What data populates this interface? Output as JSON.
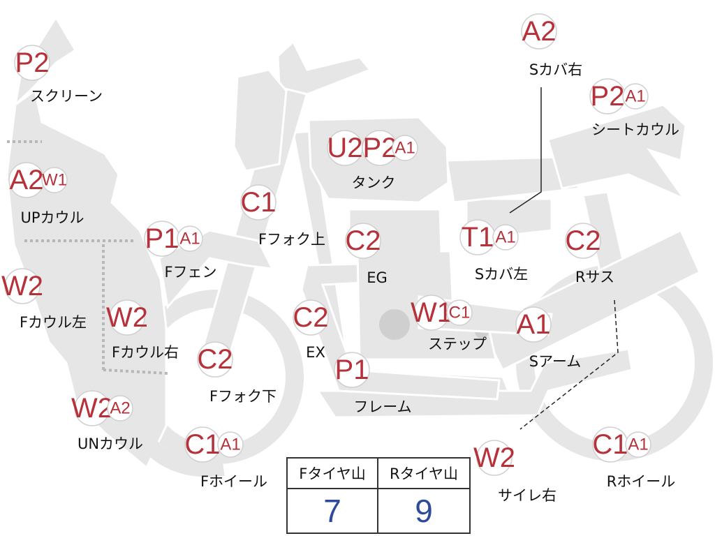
{
  "colors": {
    "part_fill": "#e6e6e6",
    "part_stroke": "#ffffff",
    "code_text": "#b5323a",
    "label_text": "#111111",
    "value_text": "#2d4a9b",
    "badge_fill": "#ffffff",
    "badge_stroke": "#cfcfcf"
  },
  "parts": [
    {
      "id": "screen",
      "label": "スクリーン",
      "codes": [
        "P2"
      ]
    },
    {
      "id": "upcowl",
      "label": "UPカウル",
      "codes": [
        "A2",
        "W1"
      ]
    },
    {
      "id": "fcowl-left",
      "label": "Fカウル左",
      "codes": [
        "W2"
      ]
    },
    {
      "id": "fcowl-right",
      "label": "Fカウル右",
      "codes": [
        "W2"
      ]
    },
    {
      "id": "uncowl",
      "label": "UNカウル",
      "codes": [
        "W2",
        "A2"
      ]
    },
    {
      "id": "ffender",
      "label": "Fフェン",
      "codes": [
        "P1",
        "A1"
      ]
    },
    {
      "id": "ffork-upper",
      "label": "Fフォク上",
      "codes": [
        "C1"
      ]
    },
    {
      "id": "ffork-lower",
      "label": "Fフォク下",
      "codes": [
        "C2"
      ]
    },
    {
      "id": "fwheel",
      "label": "Fホイール",
      "codes": [
        "C1",
        "A1"
      ]
    },
    {
      "id": "tank",
      "label": "タンク",
      "codes": [
        "U2",
        "P2",
        "A1"
      ]
    },
    {
      "id": "engine",
      "label": "EG",
      "codes": [
        "C2"
      ]
    },
    {
      "id": "exhaust",
      "label": "EX",
      "codes": [
        "C2"
      ]
    },
    {
      "id": "frame",
      "label": "フレーム",
      "codes": [
        "P1"
      ]
    },
    {
      "id": "step",
      "label": "ステップ",
      "codes": [
        "W1",
        "C1"
      ]
    },
    {
      "id": "scover-left",
      "label": "Sカバ左",
      "codes": [
        "T1",
        "A1"
      ]
    },
    {
      "id": "scover-right",
      "label": "Sカバ右",
      "codes": [
        "A2"
      ]
    },
    {
      "id": "seatcowl",
      "label": "シートカウル",
      "codes": [
        "P2",
        "A1"
      ]
    },
    {
      "id": "rsus",
      "label": "Rサス",
      "codes": [
        "C2"
      ]
    },
    {
      "id": "sarm",
      "label": "Sアーム",
      "codes": [
        "A1"
      ]
    },
    {
      "id": "muffler-right",
      "label": "サイレ右",
      "codes": [
        "W2"
      ]
    },
    {
      "id": "rwheel",
      "label": "Rホイール",
      "codes": [
        "C1",
        "A1"
      ]
    }
  ],
  "tyre_table": {
    "front_header": "Fタイヤ山",
    "rear_header": "Rタイヤ山",
    "front_value": "7",
    "rear_value": "9"
  }
}
